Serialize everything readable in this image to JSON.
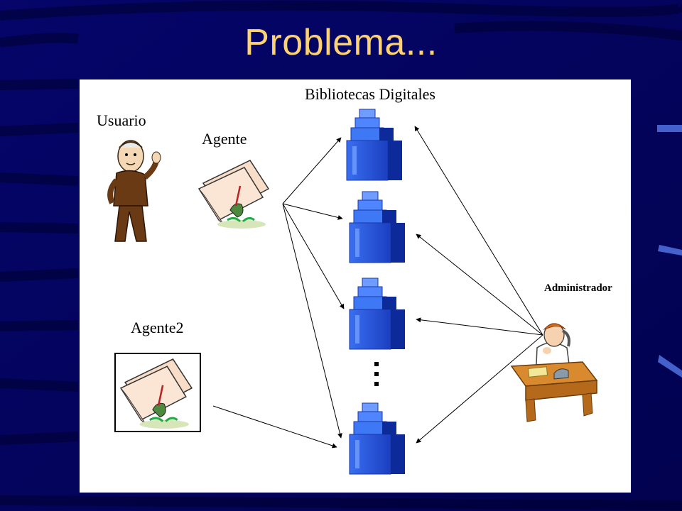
{
  "slide": {
    "title": "Problema...",
    "background_color": "#03035e",
    "title_color": "#fcd273"
  },
  "diagram": {
    "labels": {
      "libraries": "Bibliotecas Digitales",
      "user": "Usuario",
      "agent": "Agente",
      "agent2": "Agente2",
      "administrator": "Administrador",
      "ellipsis": "..."
    },
    "icons": [
      "user-cartoon-icon",
      "agent-folder-icon",
      "agent2-folder-icon",
      "library-building-icon",
      "administrator-desk-icon"
    ]
  }
}
